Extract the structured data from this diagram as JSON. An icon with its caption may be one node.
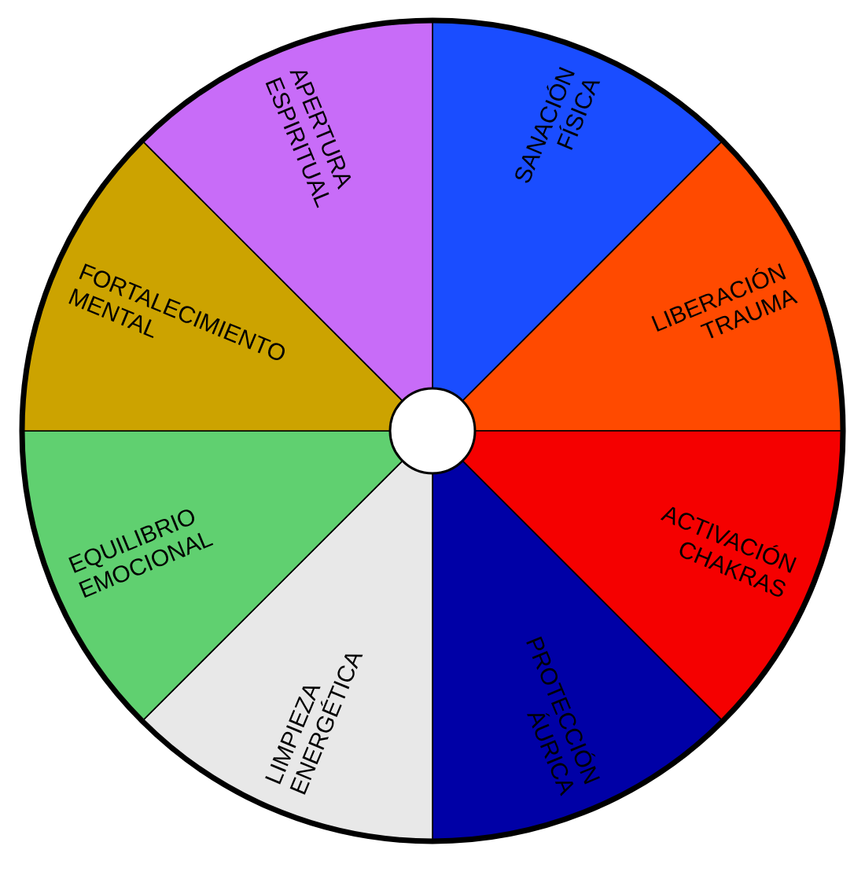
{
  "diagram": {
    "nodes": [
      {
        "text": [
          "SANACIÓN FÍSICA"
        ]
      },
      {
        "text": [
          "LIBERACIÓN TRAUMA"
        ]
      },
      {
        "text": [
          "ACTIVACIÓN CHAKRAS"
        ]
      },
      {
        "text": [
          "PROTECCIÓN ÁURICA"
        ]
      },
      {
        "text": [
          "LIMPIEZA ENERGÉTICA"
        ]
      },
      {
        "text": [
          "EQUILIBRIO EMOCIONAL"
        ]
      },
      {
        "text": [
          "FORTALECIMIENTO MENTAL"
        ]
      },
      {
        "text": [
          "APERTURA ESPIRITUAL"
        ]
      },
      {
        "text": [],
        "shape": "circle"
      }
    ]
  }
}
